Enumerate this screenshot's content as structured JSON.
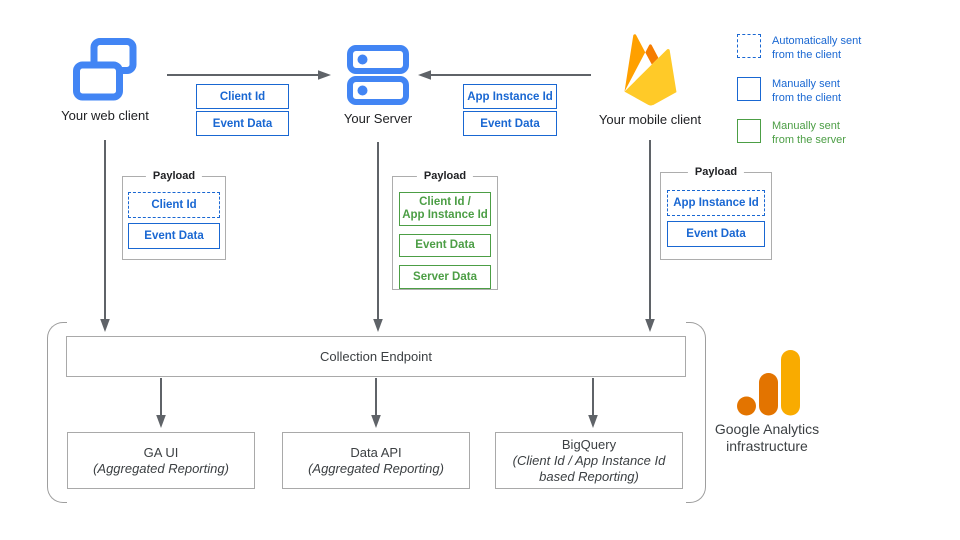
{
  "entities": {
    "web_client": {
      "label": "Your web client"
    },
    "server": {
      "label": "Your Server"
    },
    "mobile_client": {
      "label": "Your mobile client"
    }
  },
  "flows": {
    "web_to_server": {
      "items": [
        {
          "label": "Client Id"
        },
        {
          "label": "Event Data"
        }
      ]
    },
    "mobile_to_server": {
      "items": [
        {
          "label": "App Instance Id"
        },
        {
          "label": "Event Data"
        }
      ]
    }
  },
  "legend": {
    "items": [
      {
        "line1": "Automatically sent",
        "line2": "from the client",
        "style": "dashed-blue"
      },
      {
        "line1": "Manually sent",
        "line2": "from the client",
        "style": "solid-blue"
      },
      {
        "line1": "Manually sent",
        "line2": "from the server",
        "style": "solid-green"
      }
    ]
  },
  "payloads": {
    "web": {
      "title": "Payload",
      "items": [
        {
          "label": "Client Id",
          "style": "dashed-blue"
        },
        {
          "label": "Event Data",
          "style": "solid-blue"
        }
      ]
    },
    "server": {
      "title": "Payload",
      "items": [
        {
          "line1": "Client Id /",
          "line2": "App Instance Id",
          "style": "solid-green"
        },
        {
          "label": "Event Data",
          "style": "solid-green"
        },
        {
          "label": "Server Data",
          "style": "solid-green"
        }
      ]
    },
    "mobile": {
      "title": "Payload",
      "items": [
        {
          "label": "App Instance Id",
          "style": "dashed-blue"
        },
        {
          "label": "Event Data",
          "style": "solid-blue"
        }
      ]
    }
  },
  "infrastructure": {
    "collection_endpoint": "Collection Endpoint",
    "outputs": [
      {
        "title": "GA UI",
        "subtitle": "(Aggregated Reporting)"
      },
      {
        "title": "Data API",
        "subtitle": "(Aggregated Reporting)"
      },
      {
        "title": "BigQuery",
        "subtitle": "(Client Id / App Instance Id based Reporting)"
      }
    ],
    "brand": {
      "line1": "Google Analytics",
      "line2": "infrastructure"
    }
  },
  "colors": {
    "blue": "#1967D2",
    "icon_blue": "#4285F4",
    "green": "#4C9E45",
    "arrow": "#5F6368",
    "box_gray": "#A9A9A9",
    "ga_orange": "#E37400",
    "ga_amber": "#F9AB00",
    "fb_yellow": "#FFCA28",
    "fb_orange": "#FFA000",
    "fb_dark": "#F57C00"
  }
}
